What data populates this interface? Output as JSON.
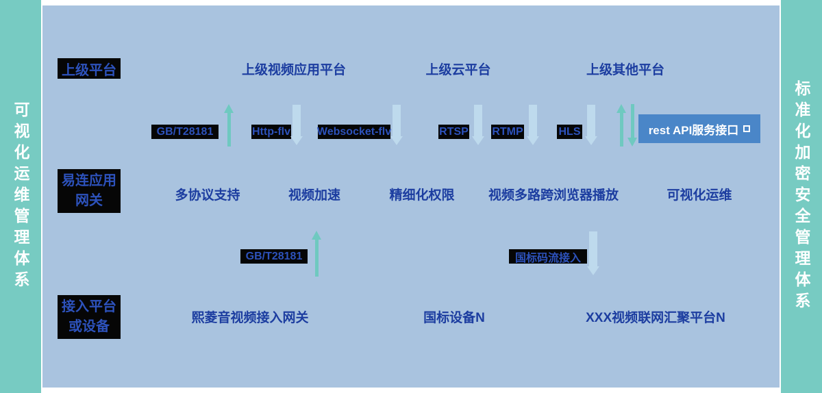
{
  "colors": {
    "sidebar_teal": "#77cbc2",
    "main_panel_blue": "#a9c3df",
    "black_box_bg": "#060606",
    "black_box_text": "#2d52bc",
    "label_navy": "#1c3da0",
    "teal_arrow": "#6fc9c0",
    "pale_arrow": "#bedaed",
    "rest_api_bg": "#4a86c8",
    "rest_api_text": "#ffffff"
  },
  "left_sidebar": {
    "text": "可视化运维管理体系"
  },
  "right_sidebar": {
    "text": "标准化加密安全管理体系"
  },
  "top_row": {
    "label_box": "上级平台",
    "platforms": [
      "上级视频应用平台",
      "上级云平台",
      "上级其他平台"
    ]
  },
  "protocols_row": {
    "gb": "GB/T28181",
    "http_flv": "Http-flv",
    "websocket_flv": "Websocket-flv",
    "rtsp": "RTSP",
    "rtmp": "RTMP",
    "hls": "HLS",
    "rest_api": "rest API服务接口"
  },
  "gateway_row": {
    "label_box_line1": "易连应用",
    "label_box_line2": "网关",
    "features": [
      "多协议支持",
      "视频加速",
      "精细化权限",
      "视频多路跨浏览器播放",
      "可视化运维"
    ]
  },
  "lower_connectors": {
    "gb": "GB/T28181",
    "guobiao_stream": "国标码流接入"
  },
  "bottom_row": {
    "label_box_line1": "接入平台",
    "label_box_line2": "或设备",
    "devices": [
      "熙菱音视频接入网关",
      "国标设备N",
      "XXX视频联网汇聚平台N"
    ]
  }
}
